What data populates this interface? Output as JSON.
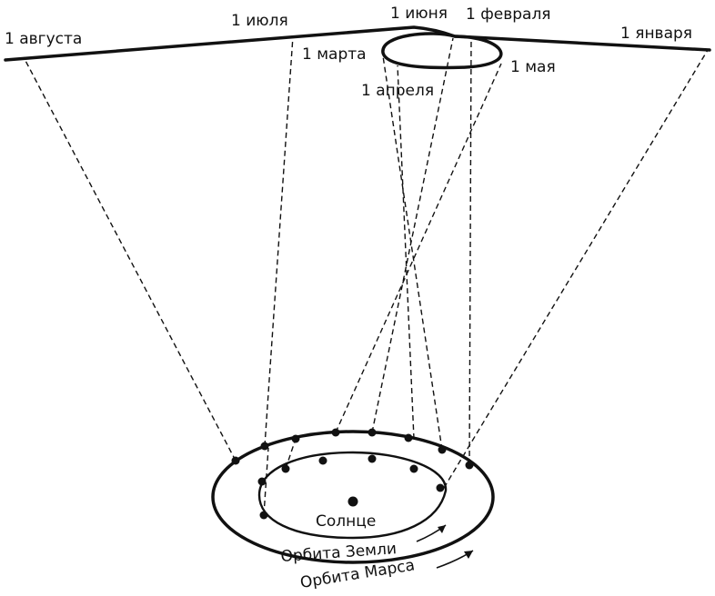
{
  "labels": {
    "august": "1 августа",
    "july": "1 июля",
    "june": "1 июня",
    "february": "1 февраля",
    "january": "1 января",
    "march": "1 марта",
    "april": "1 апреля",
    "may": "1 мая",
    "sun": "Солнце",
    "earth_orbit": "Орбита Земли",
    "mars_orbit": "Орбита Марса"
  },
  "colors": {
    "ink": "#111111",
    "background": "#ffffff"
  }
}
